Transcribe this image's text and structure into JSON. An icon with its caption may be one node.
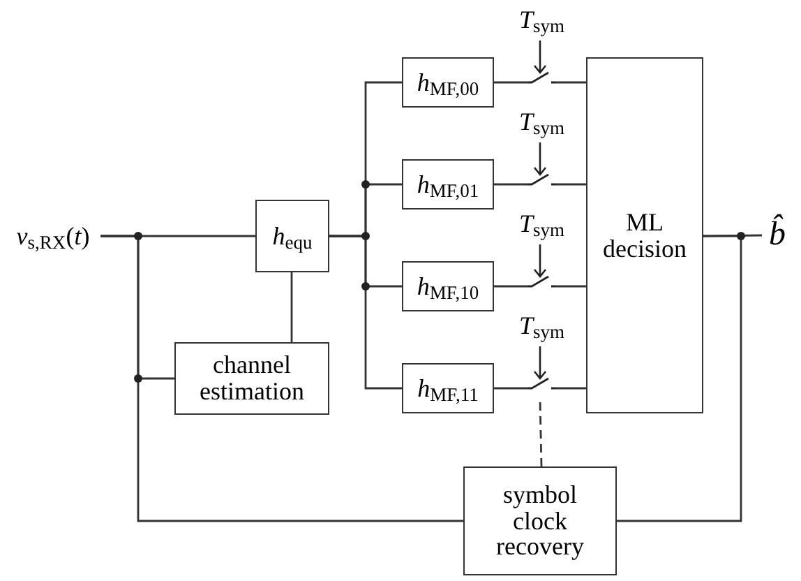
{
  "diagram": {
    "nodes": [
      {
        "text": [
          "*v*$_{s,RX}$(*t*)"
        ]
      },
      {
        "text": [
          "*h*$_{equ}$"
        ]
      },
      {
        "text": [
          "channel estimation"
        ]
      },
      {
        "text": [
          "*h*$_{MF,00}$"
        ]
      },
      {
        "text": [
          "*h*$_{MF,01}$"
        ]
      },
      {
        "text": [
          "*h*$_{MF,10}$"
        ]
      },
      {
        "text": [
          "*h*$_{MF,11}$"
        ]
      },
      {
        "text": [
          "ML decision"
        ]
      },
      {
        "text": [
          "symbol clock recovery"
        ]
      },
      {
        "text": [
          "*b̂*"
        ]
      },
      {
        "text": [],
        "shape": "switch",
        "beside": [
          "*T*$_{sym}$"
        ]
      },
      {
        "text": [],
        "shape": "switch",
        "beside": [
          "*T*$_{sym}$"
        ]
      },
      {
        "text": [],
        "shape": "switch",
        "beside": [
          "*T*$_{sym}$"
        ]
      },
      {
        "text": [],
        "shape": "switch",
        "beside": [
          "*T*$_{sym}$"
        ]
      }
    ],
    "edges": [
      {
        "from": 0,
        "to": 1,
        "arrow": "none"
      },
      {
        "from": 0,
        "to": 2,
        "arrow": "none"
      },
      {
        "from": 0,
        "to": 8,
        "arrow": "none"
      },
      {
        "from": 2,
        "to": 1,
        "arrow": "none"
      },
      {
        "from": 1,
        "to": 3,
        "arrow": "none"
      },
      {
        "from": 1,
        "to": 4,
        "arrow": "none"
      },
      {
        "from": 1,
        "to": 5,
        "arrow": "none"
      },
      {
        "from": 1,
        "to": 6,
        "arrow": "none"
      },
      {
        "from": 3,
        "to": 10,
        "arrow": "none"
      },
      {
        "from": 4,
        "to": 11,
        "arrow": "none"
      },
      {
        "from": 5,
        "to": 12,
        "arrow": "none"
      },
      {
        "from": 6,
        "to": 13,
        "arrow": "none"
      },
      {
        "from": 10,
        "to": 7,
        "arrow": "none"
      },
      {
        "from": 11,
        "to": 7,
        "arrow": "none"
      },
      {
        "from": 12,
        "to": 7,
        "arrow": "none"
      },
      {
        "from": 13,
        "to": 7,
        "arrow": "none"
      },
      {
        "from": 7,
        "to": 9,
        "arrow": "none"
      },
      {
        "from": 7,
        "to": 8,
        "arrow": "none"
      },
      {
        "from": 8,
        "to": 13,
        "arrow": "none",
        "style": "dashed"
      }
    ]
  }
}
